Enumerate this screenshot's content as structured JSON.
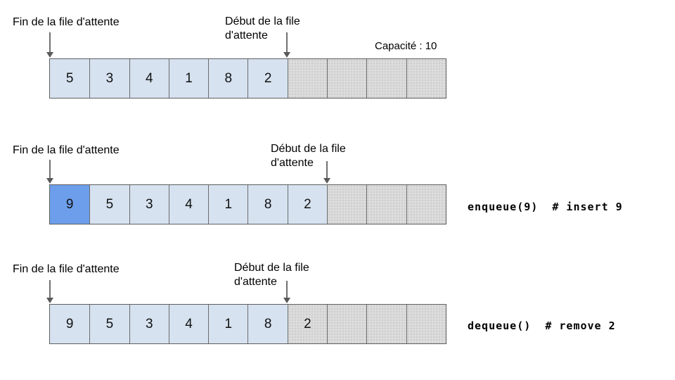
{
  "diagram": {
    "rear_label": "Fin de la file d'attente",
    "front_label_line1": "Début de la file",
    "front_label_line2": "d'attente",
    "capacity_label": "Capacité : 10"
  },
  "colors": {
    "cell_filled": "#d6e2f0",
    "cell_highlight": "#6d9eeb",
    "cell_empty": "#dcdcdc",
    "cell_border": "#5f5f5f",
    "arrow": "#595959"
  },
  "rows": [
    {
      "name": "initial-state",
      "code": "",
      "cells": [
        {
          "value": "5",
          "state": "filled"
        },
        {
          "value": "3",
          "state": "filled"
        },
        {
          "value": "4",
          "state": "filled"
        },
        {
          "value": "1",
          "state": "filled"
        },
        {
          "value": "8",
          "state": "filled"
        },
        {
          "value": "2",
          "state": "filled"
        },
        {
          "value": "",
          "state": "empty"
        },
        {
          "value": "",
          "state": "empty"
        },
        {
          "value": "",
          "state": "empty"
        },
        {
          "value": "",
          "state": "empty"
        }
      ]
    },
    {
      "name": "after-enqueue",
      "code": "enqueue(9)  # insert 9",
      "cells": [
        {
          "value": "9",
          "state": "highlight"
        },
        {
          "value": "5",
          "state": "filled"
        },
        {
          "value": "3",
          "state": "filled"
        },
        {
          "value": "4",
          "state": "filled"
        },
        {
          "value": "1",
          "state": "filled"
        },
        {
          "value": "8",
          "state": "filled"
        },
        {
          "value": "2",
          "state": "filled"
        },
        {
          "value": "",
          "state": "empty"
        },
        {
          "value": "",
          "state": "empty"
        },
        {
          "value": "",
          "state": "empty"
        }
      ]
    },
    {
      "name": "after-dequeue",
      "code": "dequeue()  # remove 2",
      "cells": [
        {
          "value": "9",
          "state": "filled"
        },
        {
          "value": "5",
          "state": "filled"
        },
        {
          "value": "3",
          "state": "filled"
        },
        {
          "value": "4",
          "state": "filled"
        },
        {
          "value": "1",
          "state": "filled"
        },
        {
          "value": "8",
          "state": "filled"
        },
        {
          "value": "2",
          "state": "empty"
        },
        {
          "value": "",
          "state": "empty"
        },
        {
          "value": "",
          "state": "empty"
        },
        {
          "value": "",
          "state": "empty"
        }
      ]
    }
  ]
}
